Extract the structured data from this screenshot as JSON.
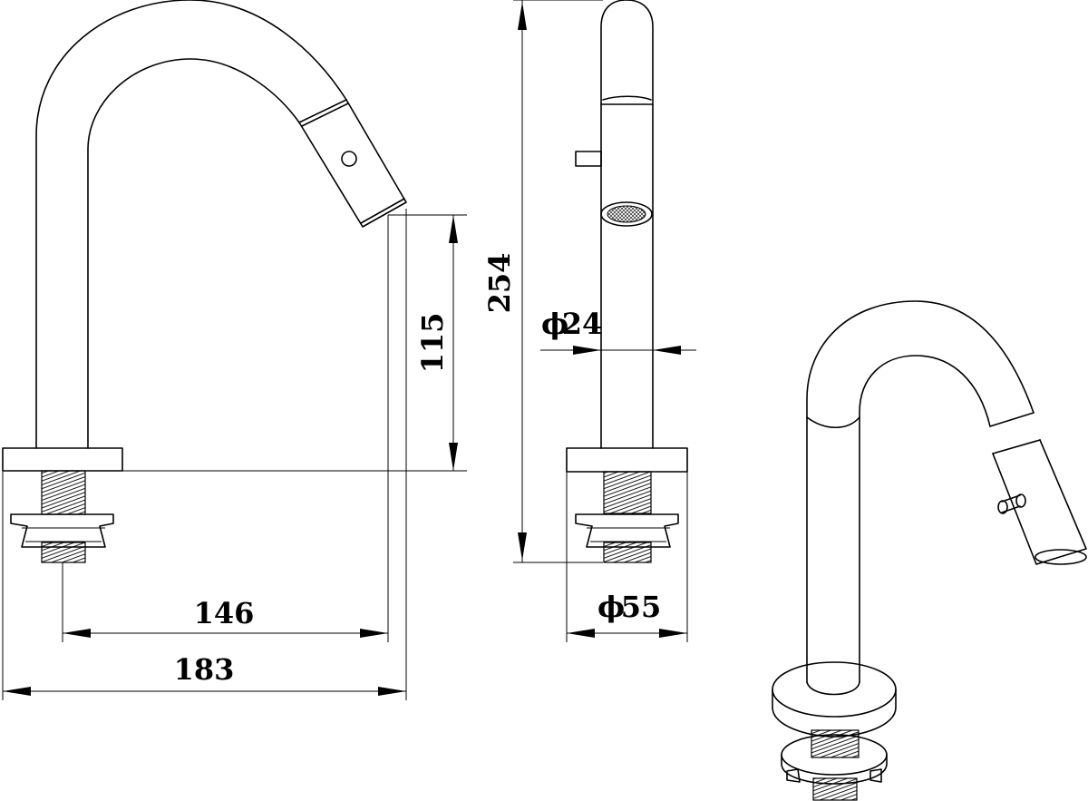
{
  "dimensions": {
    "spout_reach": "146",
    "overall_depth": "183",
    "spout_height": "115",
    "overall_height": "254",
    "spout_diameter": "24",
    "base_diameter": "55"
  },
  "symbols": {
    "diameter": "ϕ"
  },
  "colors": {
    "line": "#000000",
    "background": "#ffffff"
  }
}
